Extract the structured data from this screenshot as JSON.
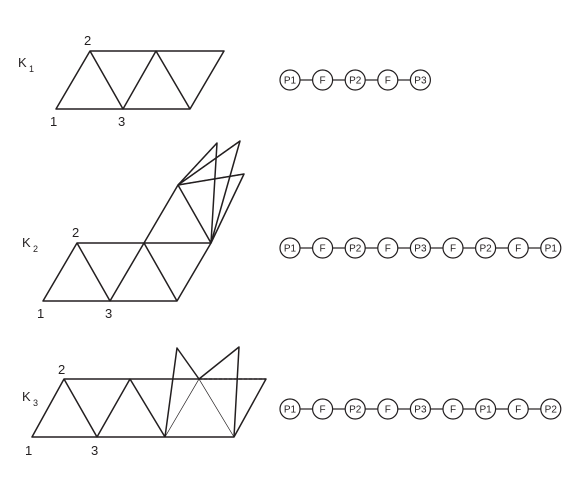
{
  "complexes": [
    {
      "name": "K",
      "sub": "1",
      "vertex_labels": [
        "1",
        "2",
        "3"
      ],
      "chain": [
        "P1",
        "F",
        "P2",
        "F",
        "P3"
      ]
    },
    {
      "name": "K",
      "sub": "2",
      "vertex_labels": [
        "1",
        "2",
        "3"
      ],
      "chain": [
        "P1",
        "F",
        "P2",
        "F",
        "P3",
        "F",
        "P2",
        "F",
        "P1"
      ]
    },
    {
      "name": "K",
      "sub": "3",
      "vertex_labels": [
        "1",
        "2",
        "3"
      ],
      "chain": [
        "P1",
        "F",
        "P2",
        "F",
        "P3",
        "F",
        "P1",
        "F",
        "P2"
      ]
    }
  ]
}
